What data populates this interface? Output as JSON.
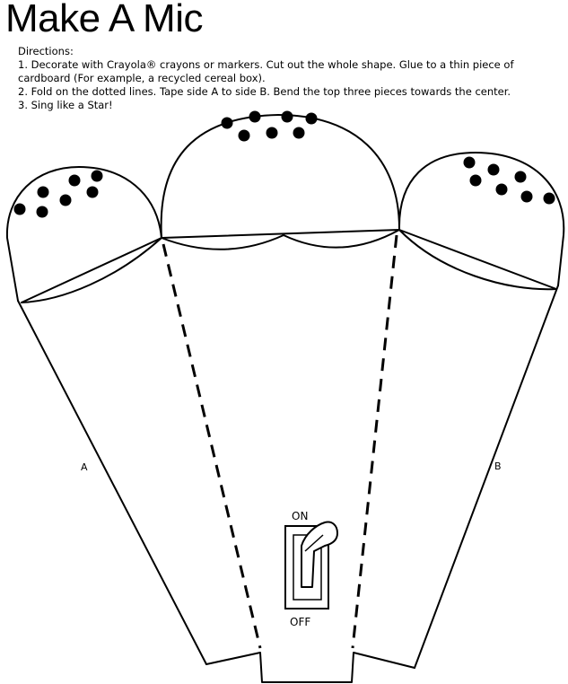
{
  "title": "Make A Mic",
  "directions": {
    "heading": "Directions:",
    "step1_line1": "1. Decorate with Crayola® crayons or markers. Cut out the whole shape. Glue to a thin piece of",
    "step1_line2": "cardboard (For example, a recycled cereal box).",
    "step2": "2. Fold on the dotted lines. Tape side A to side B. Bend the top three pieces towards the center.",
    "step3": "3. Sing like a Star!"
  },
  "labels": {
    "side_a": "A",
    "side_b": "B",
    "switch_on": "ON",
    "switch_off": "OFF"
  },
  "colors": {
    "ink": "#000000",
    "paper": "#ffffff"
  }
}
